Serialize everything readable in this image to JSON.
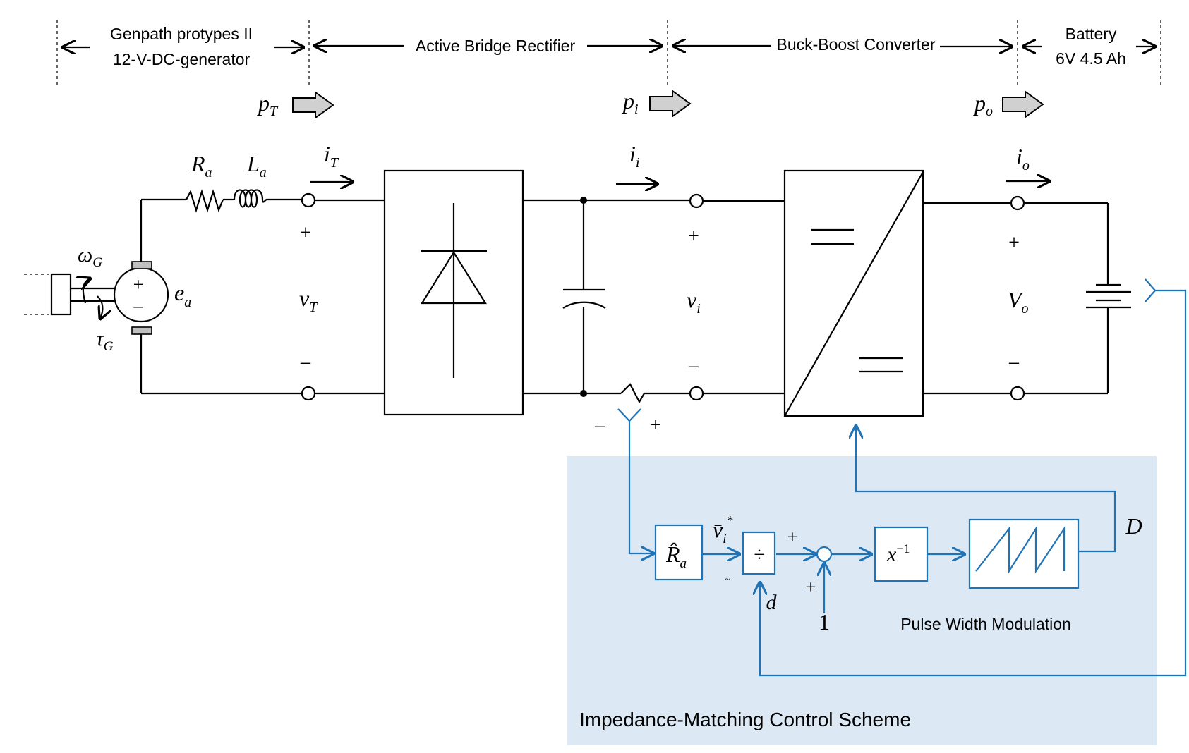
{
  "sections": {
    "generator": [
      "Genpath protypes II",
      "12-V-DC-generator"
    ],
    "rectifier": "Active Bridge Rectifier",
    "converter": "Buck-Boost Converter",
    "battery": [
      "Battery",
      "6V 4.5 Ah"
    ]
  },
  "power": {
    "pT": {
      "main": "p",
      "sub": "T"
    },
    "pi": {
      "main": "p",
      "sub": "i"
    },
    "po": {
      "main": "p",
      "sub": "o"
    }
  },
  "currents": {
    "iT": {
      "main": "i",
      "sub": "T"
    },
    "ii": {
      "main": "i",
      "sub": "i"
    },
    "io": {
      "main": "i",
      "sub": "o"
    }
  },
  "voltages": {
    "vT": {
      "main": "v",
      "sub": "T"
    },
    "vi": {
      "main": "v",
      "sub": "i"
    },
    "Vo": {
      "main": "V",
      "sub": "o"
    }
  },
  "generator": {
    "Ra": {
      "main": "R",
      "sub": "a"
    },
    "La": {
      "main": "L",
      "sub": "a"
    },
    "ea": {
      "main": "e",
      "sub": "a"
    },
    "omega": {
      "main": "ω",
      "sub": "G"
    },
    "tau": {
      "main": "τ",
      "sub": "G"
    }
  },
  "signs": {
    "plus": "+",
    "minus": "–"
  },
  "control": {
    "title": "Impedance-Matching Control Scheme",
    "ra_hat": {
      "main": "R̂",
      "sub": "a"
    },
    "v_ref": {
      "main": "v̄",
      "sub": "i",
      "sup": "*"
    },
    "divide": "÷",
    "inverse": {
      "main": "x",
      "sup": "−1"
    },
    "d": "d",
    "D": "D",
    "one": "1",
    "pwm": "Pulse Width Modulation",
    "tick": "~"
  },
  "colors": {
    "control_line": "#1f73b7",
    "control_background": "#dce9f5",
    "arrow_fill": "#d0d0d0"
  }
}
